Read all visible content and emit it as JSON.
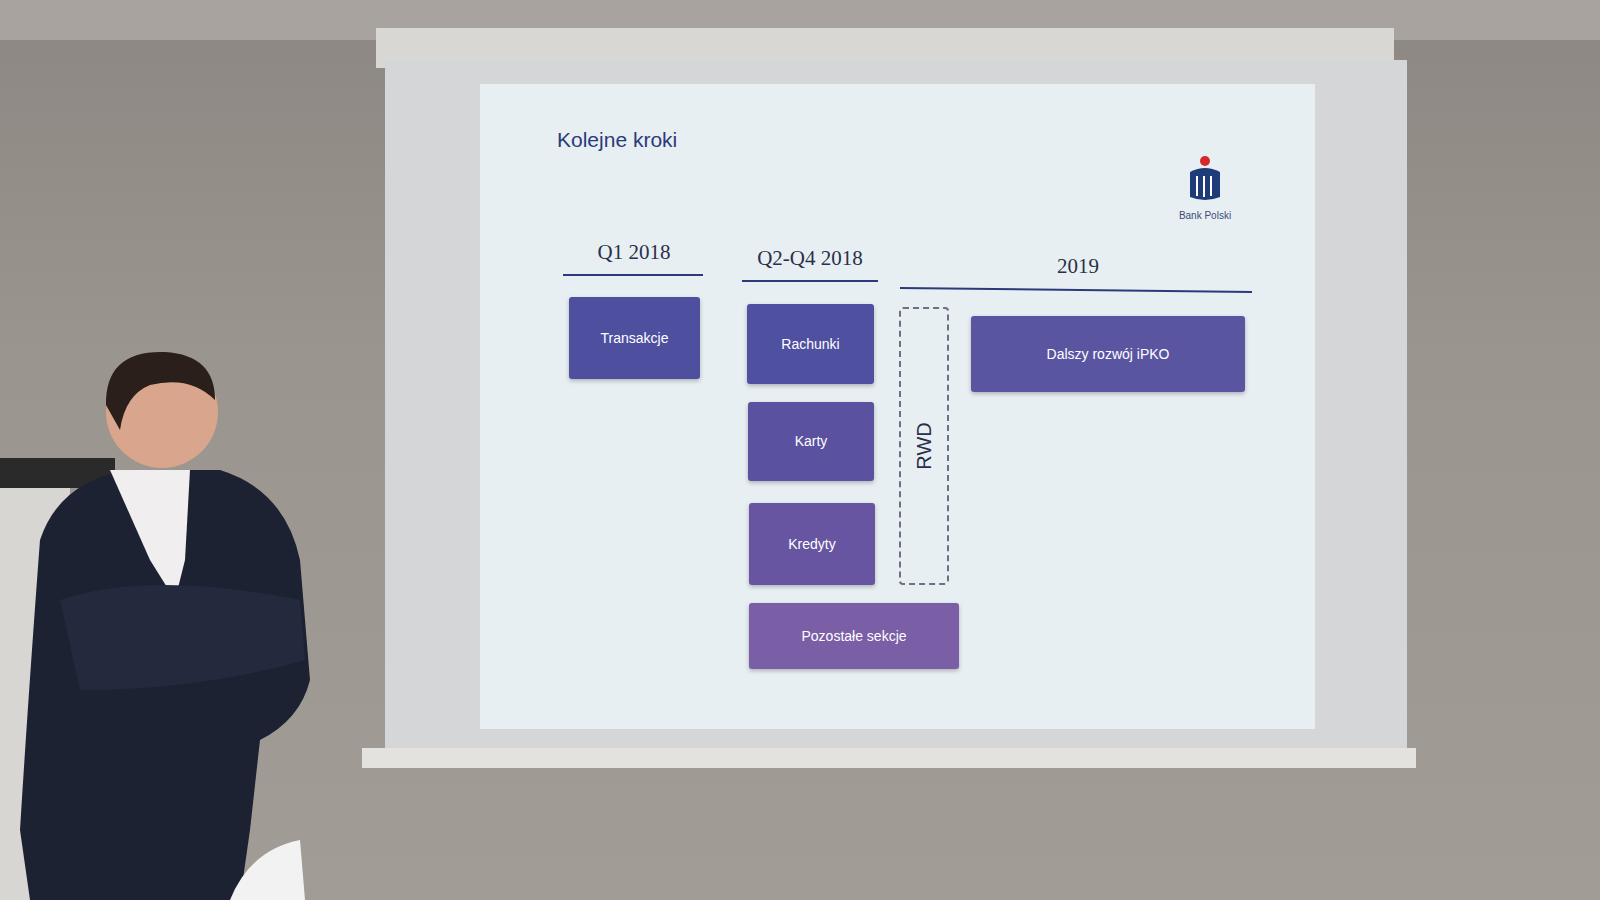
{
  "diagram": {
    "title": "Kolejne kroki",
    "nodes": [
      {
        "text": [
          "Transakcje"
        ]
      },
      {
        "text": [
          "Rachunki"
        ]
      },
      {
        "text": [
          "Karty"
        ]
      },
      {
        "text": [
          "Kredyty"
        ]
      },
      {
        "text": [
          "Pozostałe sekcje"
        ]
      },
      {
        "text": [
          "RWD"
        ]
      },
      {
        "text": [
          "Dalszy rozwój iPKO"
        ]
      }
    ],
    "edges": [],
    "labels": [
      "Q1 2018",
      "Q2-Q4 2018",
      "2019",
      "Bank Polski"
    ]
  }
}
